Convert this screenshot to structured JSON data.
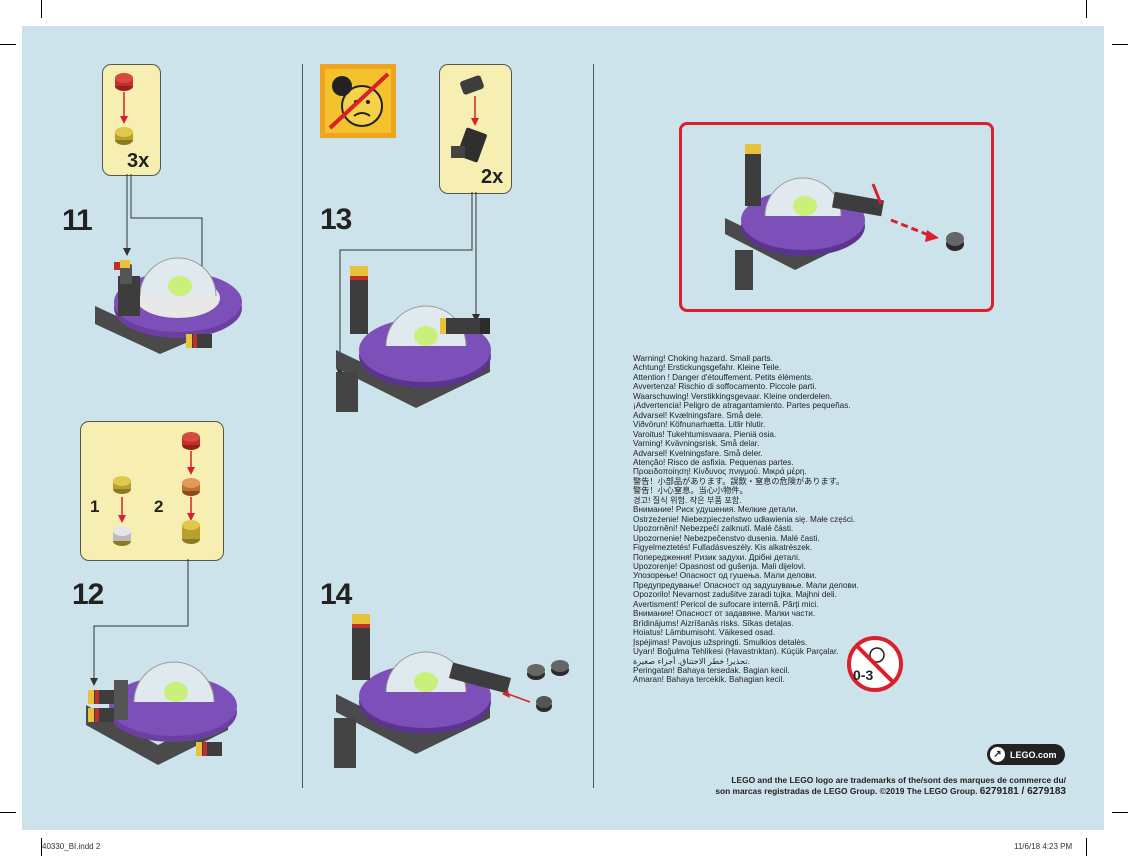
{
  "steps": {
    "s11": "11",
    "s12": "12",
    "s13": "13",
    "s14": "14"
  },
  "callouts": {
    "c11_qty": "3x",
    "c12_sub1": "1",
    "c12_sub2": "2",
    "c13_qty": "2x"
  },
  "warning_lines": [
    "Warning! Choking hazard. Small parts.",
    "Achtung! Erstickungsgefahr. Kleine Teile.",
    "Attention ! Danger d'étouffement. Petits éléments.",
    "Avvertenza! Rischio di soffocamento. Piccole parti.",
    "Waarschuwing! Verstikkingsgevaar. Kleine onderdelen.",
    "¡Advertencia! Peligro de atragantamiento. Partes pequeñas.",
    "Advarsel! Kvælningsfare. Små dele.",
    "Viðvörun! Köfnunarhætta. Litlir hlutir.",
    "Varoitus! Tukehtumisvaara. Pieniä osia.",
    "Varning! Kvävningsrisk. Små delar.",
    "Advarsel! Kvelningsfare. Små deler.",
    "Atenção! Risco de asfixia. Pequenas partes.",
    "Προειδοποίηση! Κίνδυνος πνιγμού. Μικρά μέρη.",
    "警告！小部品があります。誤飲・窒息の危険があります。",
    "警告！小心窒息。当心小物件。",
    "경고! 질식 위험. 작은 부품 포함.",
    "Внимание! Риск удушения. Мелкие детали.",
    "Ostrzeżenie! Niebezpieczeństwo udławienia się. Małe części.",
    "Upozornění! Nebezpečí zalknutí. Malé části.",
    "Upozornenie! Nebezpečenstvo dusenia. Malé časti.",
    "Figyelmeztetés! Fulladásveszély. Kis alkatrészek.",
    "Попередження! Ризик задухи. Дрібні деталі.",
    "Upozorenje! Opasnost od gušenja. Mali dijelovi.",
    "Упозорење! Опасност од гушења. Мали делови.",
    "Предупредување! Опасност од задушување. Мали делови.",
    "Opozorilo! Nevarnost zadušitve zaradi tujka. Majhni deli.",
    "Avertisment! Pericol de sufocare internă. Părți mici.",
    "Внимание! Опасност от задавяне. Малки части.",
    "Brīdinājums! Aizrīšanās risks. Sīkas detaļas.",
    "Hoiatus! Lämbumisoht. Väikesed osad.",
    "Įspėjimas! Pavojus užspringti. Smulkios detalės.",
    "Uyarı! Boğulma Tehlikesi (Havastrıktan). Küçük Parçalar.",
    "تحذير! خطر الاختناق. أجزاء صغيرة.",
    "Peringatan! Bahaya tersedak. Bagian kecil.",
    "Amaran! Bahaya tercekik. Bahagian kecil."
  ],
  "age_badge": "0-3",
  "lego_link": "LEGO.com",
  "trademark_line1": "LEGO and the LEGO logo are trademarks of the/sont des marques de commerce du/",
  "trademark_line2": "son marcas registradas de LEGO Group. ©2019 The LEGO Group.",
  "product_codes": "6279181 / 6279183",
  "footer_left": "40330_BI.indd   2",
  "footer_right": "11/6/18   4:23 PM",
  "colors": {
    "background": "#cde3ec",
    "callout": "#f7eeb2",
    "highlight_box": "#d9202b",
    "disc": "#6b3fa0",
    "dark_grey": "#4a4a4a",
    "lime": "#c8f07a"
  }
}
